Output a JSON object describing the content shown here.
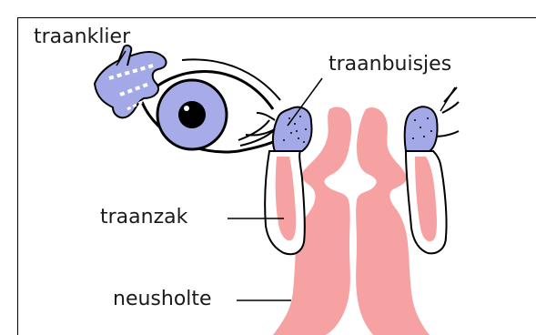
{
  "labels": {
    "traanklier": "traanklier",
    "traanbuisjes": "traanbuisjes",
    "traanzak": "traanzak",
    "neusholte": "neusholte"
  },
  "colors": {
    "gland": "#a3a8e6",
    "iris": "#a7abe8",
    "nasal_tissue": "#f6a2a2",
    "outline": "#000000"
  }
}
